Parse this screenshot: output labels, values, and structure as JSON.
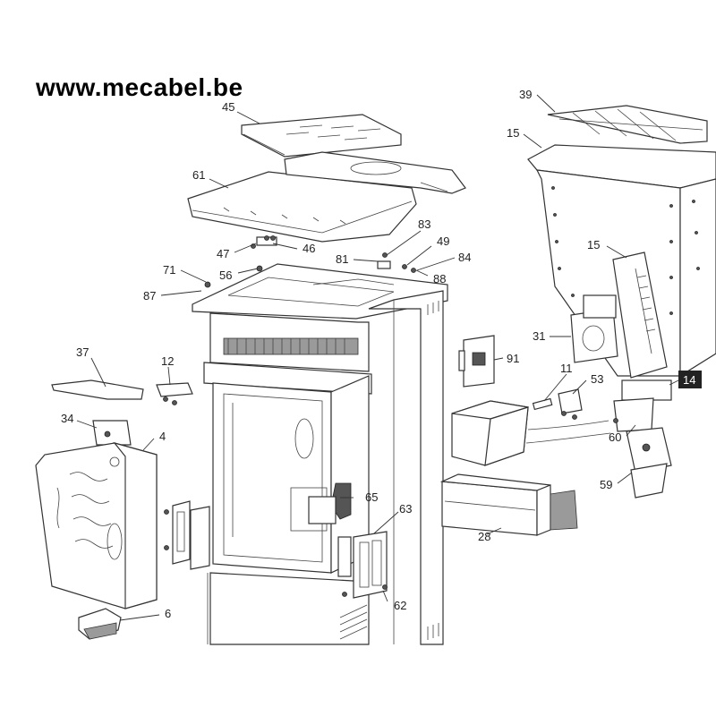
{
  "watermark": "www.mecabel.be",
  "callouts": [
    {
      "id": "45",
      "text": "45"
    },
    {
      "id": "61",
      "text": "61"
    },
    {
      "id": "47",
      "text": "47"
    },
    {
      "id": "46",
      "text": "46"
    },
    {
      "id": "71",
      "text": "71"
    },
    {
      "id": "56",
      "text": "56"
    },
    {
      "id": "87",
      "text": "87"
    },
    {
      "id": "83",
      "text": "83"
    },
    {
      "id": "49",
      "text": "49"
    },
    {
      "id": "81",
      "text": "81"
    },
    {
      "id": "84",
      "text": "84"
    },
    {
      "id": "88",
      "text": "88"
    },
    {
      "id": "39",
      "text": "39"
    },
    {
      "id": "15a",
      "text": "15"
    },
    {
      "id": "15b",
      "text": "15"
    },
    {
      "id": "31",
      "text": "31"
    },
    {
      "id": "14",
      "text": "14"
    },
    {
      "id": "91",
      "text": "91"
    },
    {
      "id": "11",
      "text": "11"
    },
    {
      "id": "53",
      "text": "53"
    },
    {
      "id": "60",
      "text": "60"
    },
    {
      "id": "59",
      "text": "59"
    },
    {
      "id": "37",
      "text": "37"
    },
    {
      "id": "12",
      "text": "12"
    },
    {
      "id": "34",
      "text": "34"
    },
    {
      "id": "4",
      "text": "4"
    },
    {
      "id": "6",
      "text": "6"
    },
    {
      "id": "65",
      "text": "65"
    },
    {
      "id": "63",
      "text": "63"
    },
    {
      "id": "62",
      "text": "62"
    },
    {
      "id": "28",
      "text": "28"
    }
  ]
}
